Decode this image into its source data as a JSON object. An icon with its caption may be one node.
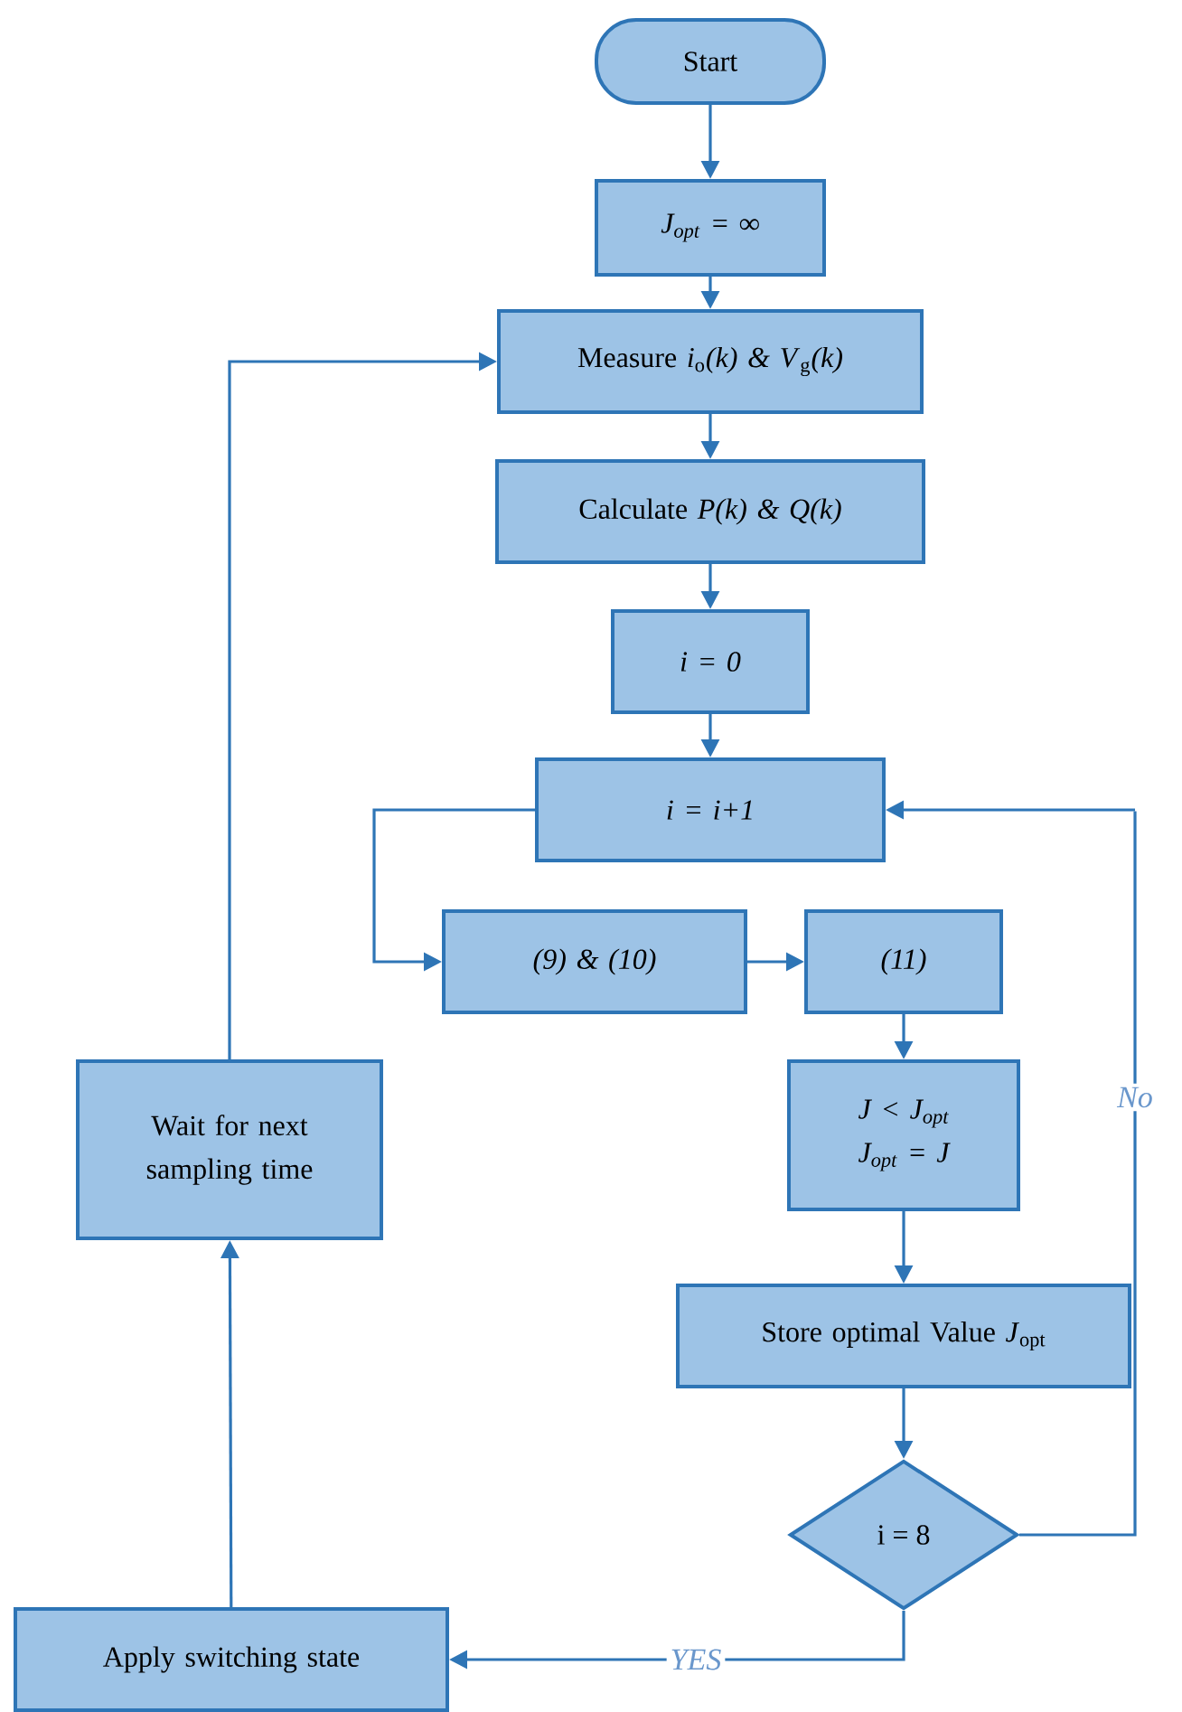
{
  "diagram": {
    "nodes": [
      {
        "text": [
          "Start"
        ]
      },
      {
        "text": [
          "J$_{opt}$ = ∞"
        ]
      },
      {
        "text": [
          "Measure *i*$_{o}$*(k) & V*$_{g}$*(k)*"
        ]
      },
      {
        "text": [
          "Calculate *P(k) & Q(k)*"
        ]
      },
      {
        "text": [
          "i = 0"
        ]
      },
      {
        "text": [
          "i = i+1"
        ]
      },
      {
        "text": [
          "(9) & (10)"
        ]
      },
      {
        "text": [
          "(11)"
        ]
      },
      {
        "text": [
          "J < J$_{opt}$",
          "J$_{opt}$ = J"
        ]
      },
      {
        "text": [
          "Store optimal Value *J*$_{opt}$"
        ]
      },
      {
        "text": [
          "i = 8"
        ]
      },
      {
        "text": [
          "Apply switching state"
        ]
      },
      {
        "text": [
          "Wait for next sampling time"
        ]
      }
    ],
    "edges": [
      {
        "from": 0,
        "to": 1,
        "arrow": "to"
      },
      {
        "from": 1,
        "to": 2,
        "arrow": "to"
      },
      {
        "from": 2,
        "to": 3,
        "arrow": "to"
      },
      {
        "from": 3,
        "to": 4,
        "arrow": "to"
      },
      {
        "from": 4,
        "to": 5,
        "arrow": "to"
      },
      {
        "from": 5,
        "to": 6,
        "arrow": "to"
      },
      {
        "from": 6,
        "to": 7,
        "arrow": "to"
      },
      {
        "from": 7,
        "to": 8,
        "arrow": "to"
      },
      {
        "from": 8,
        "to": 9,
        "arrow": "to"
      },
      {
        "from": 9,
        "to": 10,
        "arrow": "to"
      },
      {
        "from": 10,
        "to": 5,
        "arrow": "to",
        "label": "No"
      },
      {
        "from": 10,
        "to": 11,
        "arrow": "to",
        "label": "YES"
      },
      {
        "from": 11,
        "to": 12,
        "arrow": "to"
      },
      {
        "from": 12,
        "to": 2,
        "arrow": "to"
      }
    ]
  }
}
